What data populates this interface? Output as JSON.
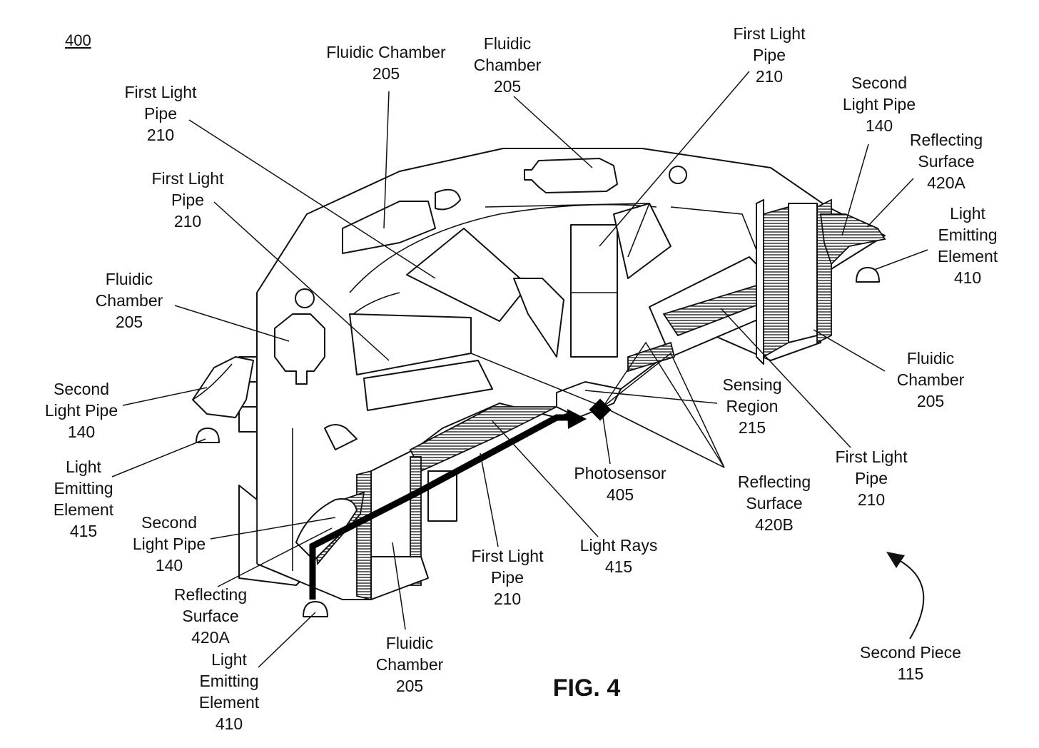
{
  "figure": {
    "number": "400",
    "caption": "FIG. 4"
  },
  "labels": {
    "fluidic_chamber_top_left": [
      "Fluidic Chamber",
      "205"
    ],
    "fluidic_chamber_top_mid": [
      "Fluidic",
      "Chamber",
      "205"
    ],
    "first_light_pipe_top_right": [
      "First Light",
      "Pipe",
      "210"
    ],
    "second_light_pipe_top_right": [
      "Second",
      "Light Pipe",
      "140"
    ],
    "reflecting_surface_top_right": [
      "Reflecting",
      "Surface",
      "420A"
    ],
    "light_emitting_right": [
      "Light",
      "Emitting",
      "Element",
      "410"
    ],
    "first_light_pipe_top_left": [
      "First Light",
      "Pipe",
      "210"
    ],
    "first_light_pipe_mid_left": [
      "First Light",
      "Pipe",
      "210"
    ],
    "fluidic_chamber_left": [
      "Fluidic",
      "Chamber",
      "205"
    ],
    "second_light_pipe_left": [
      "Second",
      "Light Pipe",
      "140"
    ],
    "light_emitting_left": [
      "Light",
      "Emitting",
      "Element",
      "415"
    ],
    "second_light_pipe_bottom": [
      "Second",
      "Light Pipe",
      "140"
    ],
    "reflecting_surface_bottom": [
      "Reflecting",
      "Surface",
      "420A"
    ],
    "light_emitting_bottom": [
      "Light",
      "Emitting",
      "Element",
      "410"
    ],
    "fluidic_chamber_bottom": [
      "Fluidic",
      "Chamber",
      "205"
    ],
    "first_light_pipe_bottom": [
      "First Light",
      "Pipe",
      "210"
    ],
    "light_rays": [
      "Light Rays",
      "415"
    ],
    "photosensor": [
      "Photosensor",
      "405"
    ],
    "sensing_region": [
      "Sensing",
      "Region",
      "215"
    ],
    "reflecting_surface_b": [
      "Reflecting",
      "Surface",
      "420B"
    ],
    "first_light_pipe_right": [
      "First Light",
      "Pipe",
      "210"
    ],
    "fluidic_chamber_right": [
      "Fluidic",
      "Chamber",
      "205"
    ],
    "second_piece": [
      "Second Piece",
      "115"
    ]
  }
}
